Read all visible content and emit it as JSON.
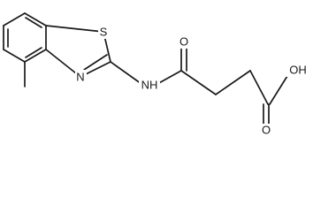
{
  "structure": {
    "atom_labels": {
      "sulfur": "S",
      "ring_nitrogen": "N",
      "amide_nh": "NH",
      "amide_oxygen": "O",
      "acid_oxygen": "O",
      "acid_hydroxyl": "OH"
    }
  },
  "colors": {
    "bond": "#1a1a1a",
    "background": "#ffffff"
  }
}
